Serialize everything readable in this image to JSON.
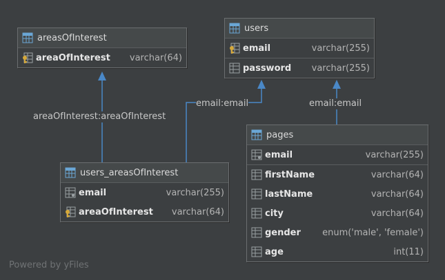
{
  "tables": {
    "areasOfInterest": {
      "title": "areasOfInterest",
      "columns": [
        {
          "name": "areaOfInterest",
          "type": "varchar(64)",
          "icon": "primary-key-icon"
        }
      ]
    },
    "users": {
      "title": "users",
      "columns": [
        {
          "name": "email",
          "type": "varchar(255)",
          "icon": "primary-key-icon"
        },
        {
          "name": "password",
          "type": "varchar(255)",
          "icon": "column-icon"
        }
      ]
    },
    "users_areasOfInterest": {
      "title": "users_areasOfInterest",
      "columns": [
        {
          "name": "email",
          "type": "varchar(255)",
          "icon": "foreign-key-icon"
        },
        {
          "name": "areaOfInterest",
          "type": "varchar(64)",
          "icon": "primary-foreign-key-icon"
        }
      ]
    },
    "pages": {
      "title": "pages",
      "columns": [
        {
          "name": "email",
          "type": "varchar(255)",
          "icon": "foreign-key-icon"
        },
        {
          "name": "firstName",
          "type": "varchar(64)",
          "icon": "column-icon"
        },
        {
          "name": "lastName",
          "type": "varchar(64)",
          "icon": "column-icon"
        },
        {
          "name": "city",
          "type": "varchar(64)",
          "icon": "column-icon"
        },
        {
          "name": "gender",
          "type": "enum('male', 'female')",
          "icon": "column-icon"
        },
        {
          "name": "age",
          "type": "int(11)",
          "icon": "column-icon"
        }
      ]
    }
  },
  "relations": [
    {
      "label": "areaOfInterest:areaOfInterest",
      "from": "users_areasOfInterest",
      "to": "areasOfInterest"
    },
    {
      "label": "email:email",
      "from": "users_areasOfInterest",
      "to": "users"
    },
    {
      "label": "email:email",
      "from": "pages",
      "to": "users"
    }
  ],
  "watermark": "Powered by yFiles",
  "colors": {
    "background": "#3c3f41",
    "edge": "#4a88c7",
    "key": "#d6a93a",
    "table_icon": "#6aa7d6"
  }
}
